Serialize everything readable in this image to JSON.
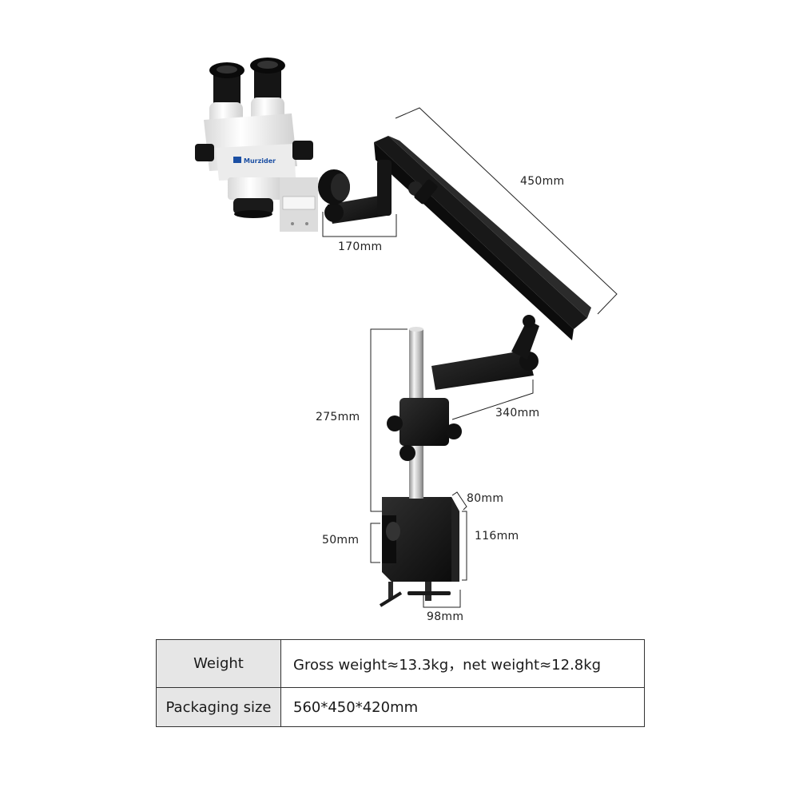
{
  "brand": {
    "logo_text": "Murzider"
  },
  "dimensions": {
    "arm_upper": "450mm",
    "arm_head": "170mm",
    "arm_lower": "340mm",
    "pole_height": "275mm",
    "base_depth": "80mm",
    "base_height": "116mm",
    "clamp_opening": "50mm",
    "base_width": "98mm"
  },
  "specs": [
    {
      "label": "Weight",
      "value": "Gross weight≈13.3kg，net weight≈12.8kg"
    },
    {
      "label": "Packaging size",
      "value": "560*450*420mm"
    }
  ],
  "colors": {
    "metal_dark": "#151515",
    "body_white": "#f2f2f2",
    "chrome": "#c8c8c8",
    "header_cell": "#e6e6e6",
    "logo_blue": "#1b4fa3"
  }
}
